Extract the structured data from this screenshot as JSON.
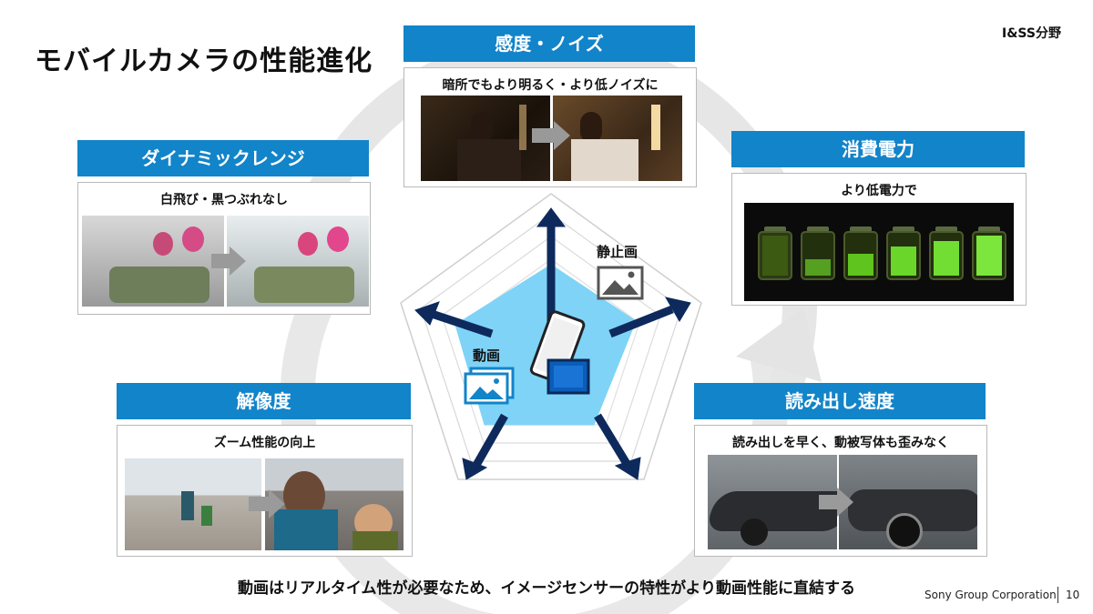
{
  "title": "モバイルカメラの性能進化",
  "section": "I&SS分野",
  "cards": {
    "noise": {
      "heading": "感度・ノイズ",
      "subtitle": "暗所でもより明るく・より低ノイズに"
    },
    "dynamic_range": {
      "heading": "ダイナミックレンジ",
      "subtitle": "白飛び・黒つぶれなし"
    },
    "power": {
      "heading": "消費電力",
      "subtitle": "より低電力で"
    },
    "resolution": {
      "heading": "解像度",
      "subtitle": "ズーム性能の向上"
    },
    "readout": {
      "heading": "読み出し速度",
      "subtitle": "読み出しを早く、動被写体も歪みなく"
    }
  },
  "center": {
    "still_label": "静止画",
    "video_label": "動画"
  },
  "footer": {
    "message": "動画はリアルタイム性が必要なため、イメージセンサーの特性がより動画性能に直結する",
    "company": "Sony Group Corporation",
    "page": "10"
  },
  "colors": {
    "accent": "#1284c9",
    "navy": "#0e2a5c",
    "pentagon_fill": "#7fd3f7"
  },
  "icons": [
    "image-icon",
    "video-icon",
    "smartphone-icon",
    "battery-icon"
  ]
}
